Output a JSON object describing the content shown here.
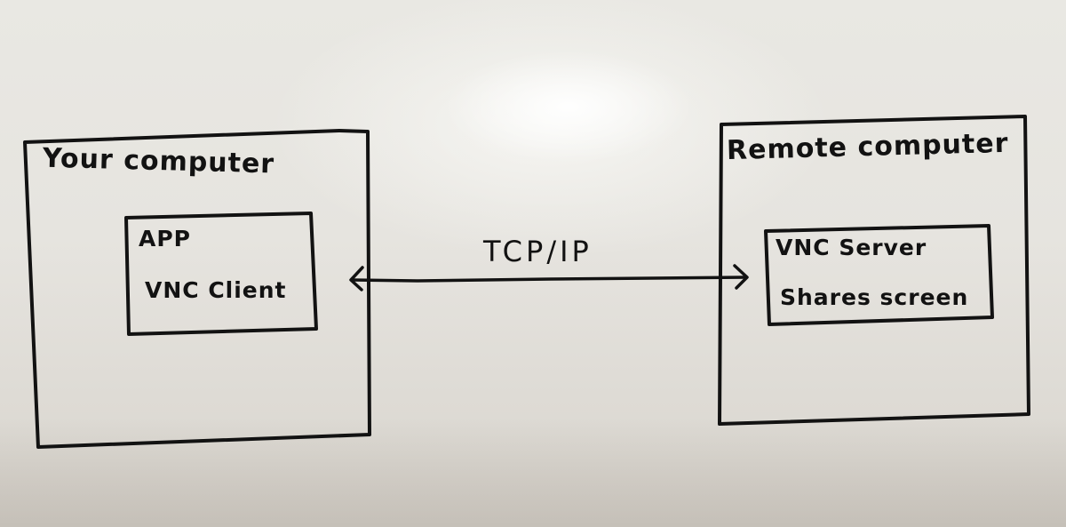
{
  "diagram": {
    "left_box": {
      "title": "Your computer",
      "inner_box": {
        "line1": "APP",
        "line2": "VNC Client"
      }
    },
    "right_box": {
      "title": "Remote computer",
      "inner_box": {
        "line1": "VNC Server",
        "line2": "Shares screen"
      }
    },
    "connection": {
      "label": "TCP/IP"
    }
  },
  "colors": {
    "ink": "#121212",
    "board": "#e6e4df"
  }
}
